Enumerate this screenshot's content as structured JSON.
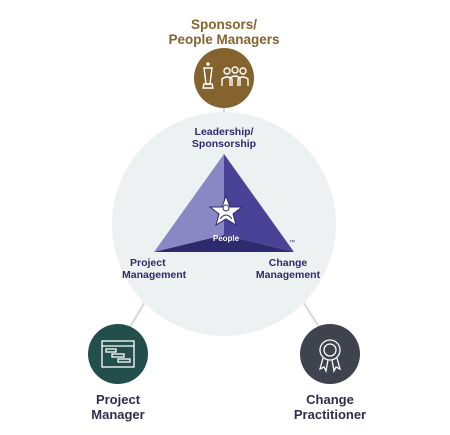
{
  "sponsors": {
    "line1": "Sponsors/",
    "line2": "People Managers"
  },
  "leadership": {
    "line1": "Leadership/",
    "line2": "Sponsorship"
  },
  "people": {
    "label": "People"
  },
  "project_mgmt": {
    "line1": "Project",
    "line2": "Management"
  },
  "change_mgmt": {
    "line1": "Change",
    "line2": "Management"
  },
  "project_manager": {
    "line1": "Project",
    "line2": "Manager"
  },
  "change_practitioner": {
    "line1": "Change",
    "line2": "Practitioner"
  },
  "colors": {
    "brown": "#84632e",
    "teal": "#224f4b",
    "slate": "#3f434e",
    "navy": "#2e2a6e",
    "circle_bg": "#eef1f2"
  },
  "icons": {
    "sponsors": "chess-king-and-people-icon",
    "project_manager": "gantt-chart-icon",
    "change_practitioner": "award-ribbon-icon"
  }
}
